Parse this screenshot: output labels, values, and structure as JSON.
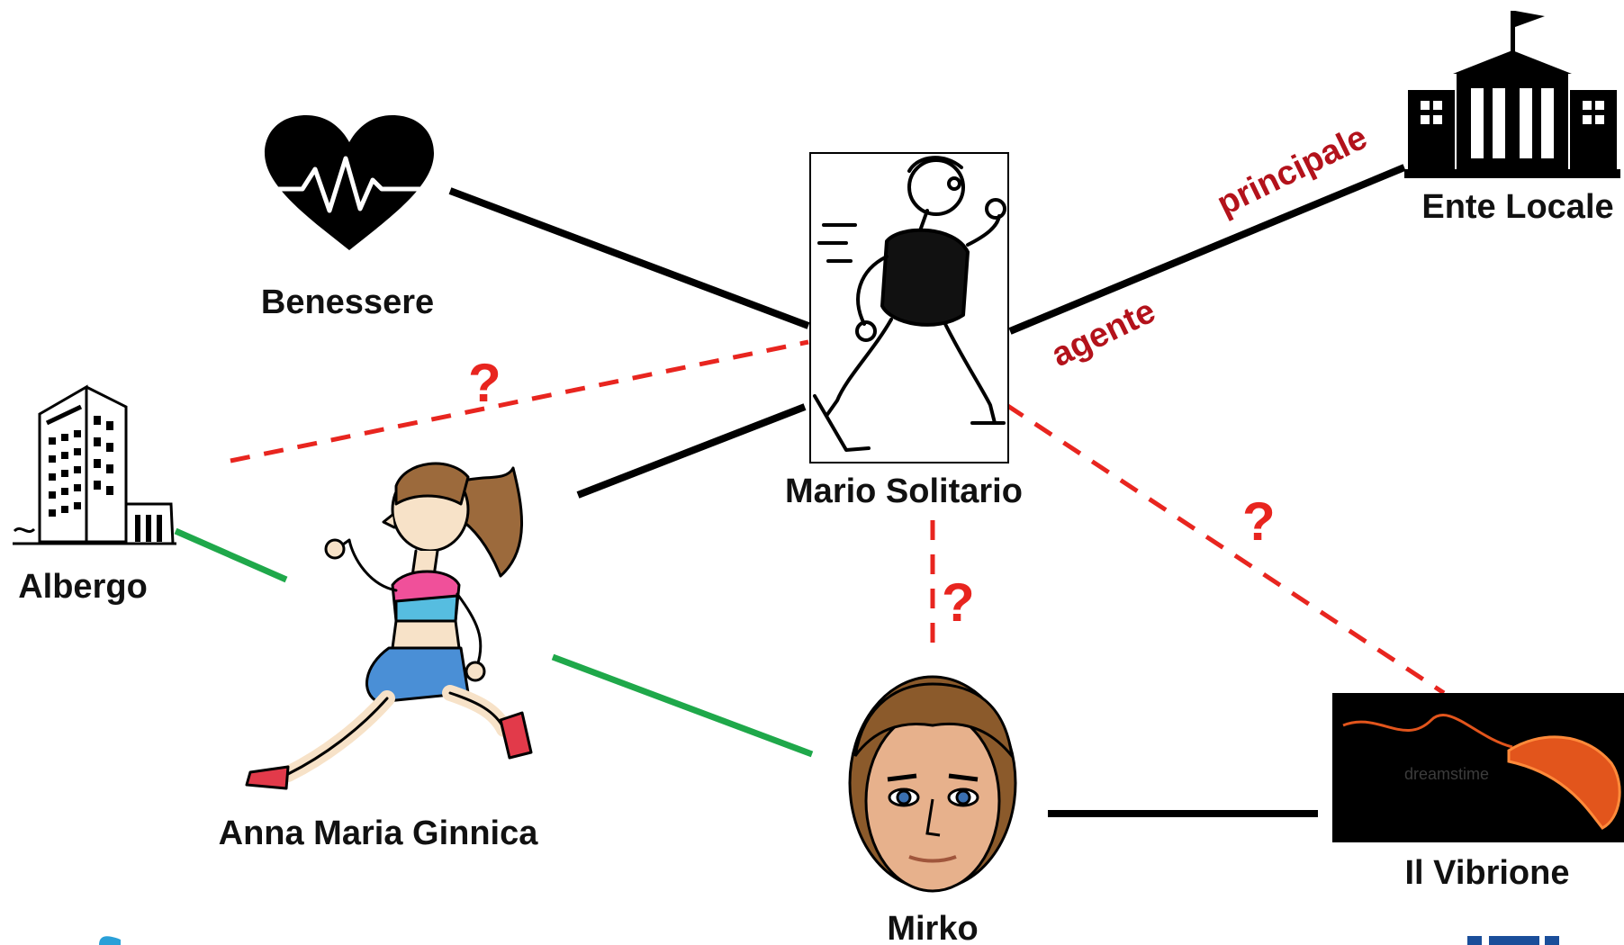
{
  "colors": {
    "solid_edge": "#000000",
    "dashed_edge": "#e8251f",
    "green_edge": "#1fa84a",
    "role_text": "#b3121b",
    "question_text": "#e8251f",
    "label_text": "#111111"
  },
  "nodes": {
    "benessere": {
      "label": "Benessere",
      "icon": "heart-pulse-icon"
    },
    "mario": {
      "label": "Mario Solitario",
      "icon": "runner-man-drawing"
    },
    "ente": {
      "label": "Ente Locale",
      "icon": "government-building-icon"
    },
    "albergo": {
      "label": "Albergo",
      "icon": "hotel-building-drawing"
    },
    "anna": {
      "label": "Anna Maria Ginnica",
      "icon": "runner-woman-cartoon"
    },
    "mirko": {
      "label": "Mirko",
      "icon": "man-face-cartoon"
    },
    "vibrione": {
      "label": "Il Vibrione",
      "icon": "bacterium-photo",
      "watermark": "dreamstime"
    }
  },
  "edges": {
    "mario_ente_roles": {
      "principal": "principale",
      "agent": "agente"
    },
    "question": "?"
  }
}
